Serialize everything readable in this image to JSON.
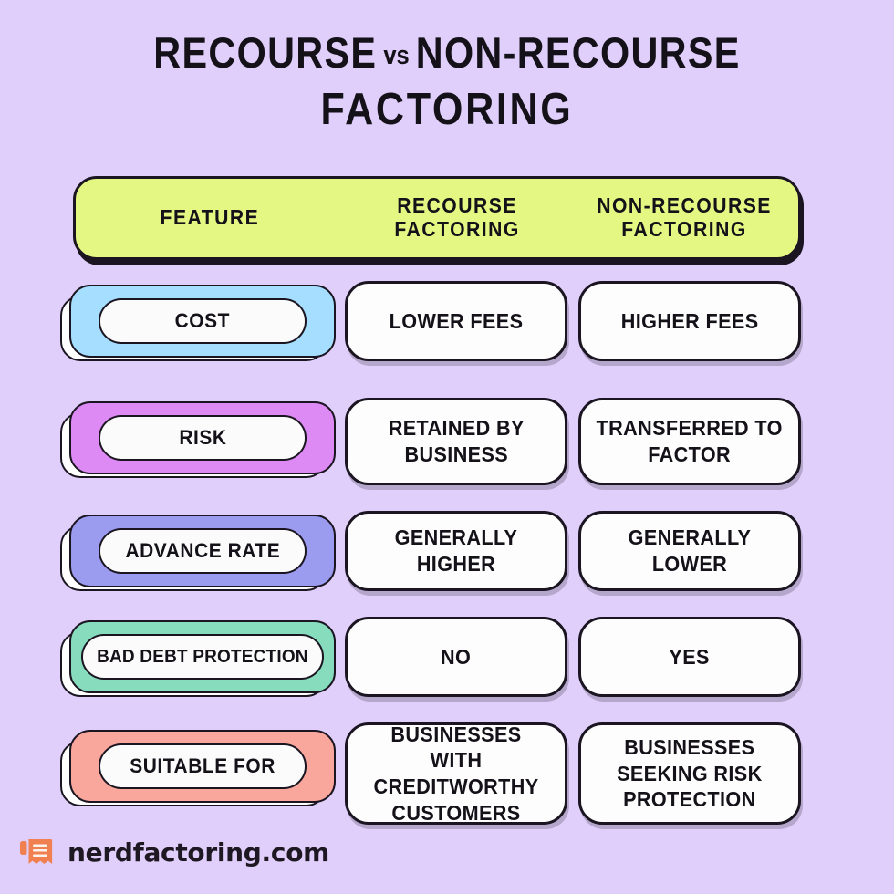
{
  "title": {
    "line1_part1": "RECOURSE",
    "line1_vs": "vs",
    "line1_part2": "NON-RECOURSE",
    "line2": "FACTORING"
  },
  "colors": {
    "background": "#e1cffb",
    "header_pill": "#e4f783",
    "outline": "#1a1520",
    "card": "#fdfdfd",
    "logo_orange": "#f08050"
  },
  "header": {
    "feature": "FEATURE",
    "recourse_line1": "RECOURSE",
    "recourse_line2": "FACTORING",
    "nonrecourse_line1": "NON-RECOURSE",
    "nonrecourse_line2": "FACTORING"
  },
  "rows": [
    {
      "feature": "COST",
      "accent": "#a6deff",
      "recourse": [
        "LOWER FEES"
      ],
      "nonrecourse": [
        "HIGHER FEES"
      ]
    },
    {
      "feature": "RISK",
      "accent": "#dd8af5",
      "recourse": [
        "RETAINED BY",
        "BUSINESS"
      ],
      "nonrecourse": [
        "TRANSFERRED TO",
        "FACTOR"
      ]
    },
    {
      "feature": "ADVANCE RATE",
      "accent": "#9b9bf0",
      "recourse": [
        "GENERALLY HIGHER"
      ],
      "nonrecourse": [
        "GENERALLY LOWER"
      ]
    },
    {
      "feature": "BAD DEBT PROTECTION",
      "accent": "#86dcbd",
      "recourse": [
        "NO"
      ],
      "nonrecourse": [
        "YES"
      ]
    },
    {
      "feature": "SUITABLE FOR",
      "accent": "#f9a79c",
      "recourse": [
        "BUSINESSES WITH",
        "CREDITWORTHY",
        "CUSTOMERS"
      ],
      "nonrecourse": [
        "BUSINESSES",
        "SEEKING RISK",
        "PROTECTION"
      ]
    }
  ],
  "footer": {
    "brand": "nerdfactoring.com",
    "icon": "invoice-receipt-icon"
  }
}
